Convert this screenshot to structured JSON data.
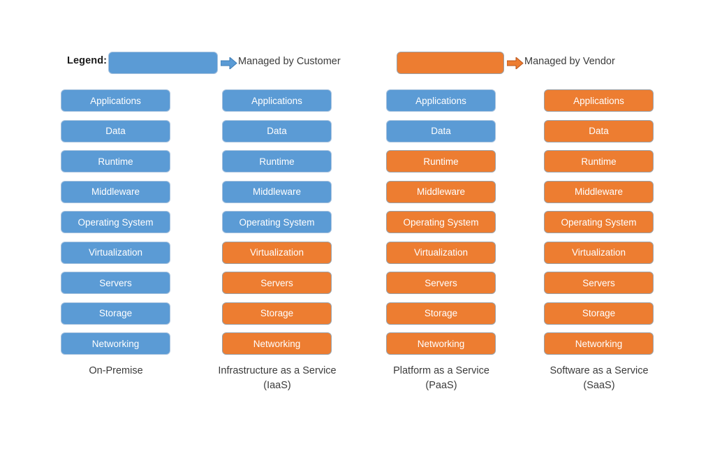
{
  "legend": {
    "title": "Legend:",
    "entries": [
      {
        "swatch": "blue",
        "arrow_icon": "right-arrow-icon",
        "label": "Managed by Customer",
        "color": "#5B9BD5"
      },
      {
        "swatch": "orange",
        "arrow_icon": "right-arrow-icon",
        "label": "Managed by Vendor",
        "color": "#ED7D31"
      }
    ]
  },
  "colors": {
    "customer": "#5B9BD5",
    "vendor": "#ED7D31",
    "customer_border": "#A7C2DE",
    "vendor_border": "#9AA0A6",
    "text_on_box": "#FFFFFF",
    "caption_text": "#3B3B3B",
    "background": "#FFFFFF"
  },
  "layer_names": [
    "Applications",
    "Data",
    "Runtime",
    "Middleware",
    "Operating System",
    "Virtualization",
    "Servers",
    "Storage",
    "Networking"
  ],
  "columns": [
    {
      "caption": "On-Premise",
      "caption_line1": "On-Premise",
      "caption_line2": "",
      "layers": [
        {
          "label": "Applications",
          "owner": "customer"
        },
        {
          "label": "Data",
          "owner": "customer"
        },
        {
          "label": "Runtime",
          "owner": "customer"
        },
        {
          "label": "Middleware",
          "owner": "customer"
        },
        {
          "label": "Operating System",
          "owner": "customer"
        },
        {
          "label": "Virtualization",
          "owner": "customer"
        },
        {
          "label": "Servers",
          "owner": "customer"
        },
        {
          "label": "Storage",
          "owner": "customer"
        },
        {
          "label": "Networking",
          "owner": "customer"
        }
      ]
    },
    {
      "caption": "Infrastructure as a Service (IaaS)",
      "caption_line1": "Infrastructure as a Service",
      "caption_line2": "(IaaS)",
      "layers": [
        {
          "label": "Applications",
          "owner": "customer"
        },
        {
          "label": "Data",
          "owner": "customer"
        },
        {
          "label": "Runtime",
          "owner": "customer"
        },
        {
          "label": "Middleware",
          "owner": "customer"
        },
        {
          "label": "Operating System",
          "owner": "customer"
        },
        {
          "label": "Virtualization",
          "owner": "vendor"
        },
        {
          "label": "Servers",
          "owner": "vendor"
        },
        {
          "label": "Storage",
          "owner": "vendor"
        },
        {
          "label": "Networking",
          "owner": "vendor"
        }
      ]
    },
    {
      "caption": "Platform as a Service (PaaS)",
      "caption_line1": "Platform as a Service",
      "caption_line2": "(PaaS)",
      "layers": [
        {
          "label": "Applications",
          "owner": "customer"
        },
        {
          "label": "Data",
          "owner": "customer"
        },
        {
          "label": "Runtime",
          "owner": "vendor"
        },
        {
          "label": "Middleware",
          "owner": "vendor"
        },
        {
          "label": "Operating System",
          "owner": "vendor"
        },
        {
          "label": "Virtualization",
          "owner": "vendor"
        },
        {
          "label": "Servers",
          "owner": "vendor"
        },
        {
          "label": "Storage",
          "owner": "vendor"
        },
        {
          "label": "Networking",
          "owner": "vendor"
        }
      ]
    },
    {
      "caption": "Software as a Service (SaaS)",
      "caption_line1": "Software as a Service",
      "caption_line2": "(SaaS)",
      "layers": [
        {
          "label": "Applications",
          "owner": "vendor"
        },
        {
          "label": "Data",
          "owner": "vendor"
        },
        {
          "label": "Runtime",
          "owner": "vendor"
        },
        {
          "label": "Middleware",
          "owner": "vendor"
        },
        {
          "label": "Operating System",
          "owner": "vendor"
        },
        {
          "label": "Virtualization",
          "owner": "vendor"
        },
        {
          "label": "Servers",
          "owner": "vendor"
        },
        {
          "label": "Storage",
          "owner": "vendor"
        },
        {
          "label": "Networking",
          "owner": "vendor"
        }
      ]
    }
  ]
}
